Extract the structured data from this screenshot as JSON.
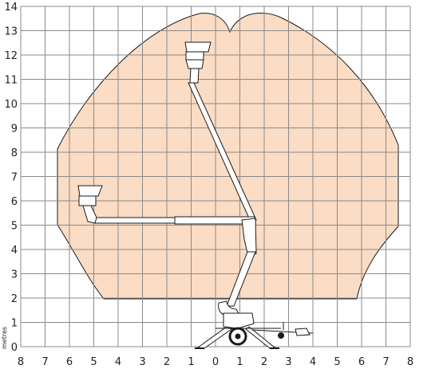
{
  "diagram": {
    "y_ticks": [
      "0",
      "1",
      "2",
      "3",
      "4",
      "5",
      "6",
      "7",
      "8",
      "9",
      "10",
      "11",
      "12",
      "13",
      "14"
    ],
    "x_ticks": [
      "8",
      "7",
      "6",
      "5",
      "4",
      "3",
      "2",
      "1",
      "0",
      "1",
      "2",
      "3",
      "4",
      "5",
      "6",
      "7",
      "8"
    ],
    "y_unit": "metres",
    "colors": {
      "envelope_fill": "#fbdcc4",
      "grid": "#8a8a8a",
      "outline": "#1a1a1a",
      "machine": "#ffffff"
    }
  }
}
